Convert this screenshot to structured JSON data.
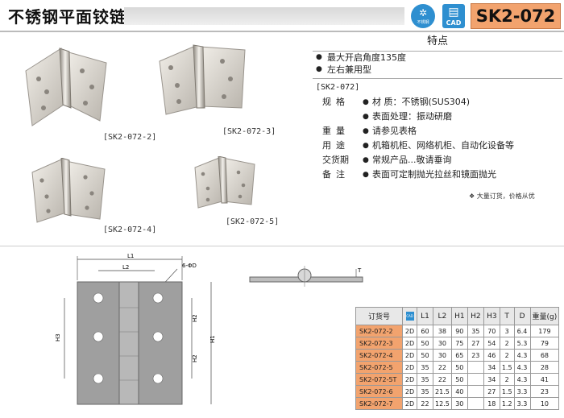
{
  "header": {
    "title": "不锈钢平面铰链",
    "icon_circle_label": "不锈钢",
    "icon_cad_label": "CAD",
    "code": "SK2-072"
  },
  "photos": [
    {
      "label": "[SK2-072-2]"
    },
    {
      "label": "[SK2-072-3]"
    },
    {
      "label": "[SK2-072-4]"
    },
    {
      "label": "[SK2-072-5]"
    }
  ],
  "specs": {
    "heading": "特点",
    "features": [
      "最大开启角度135度",
      "左右兼用型"
    ],
    "model": "[SK2-072]",
    "rows": [
      {
        "key": "规格",
        "value": "材    质：不锈钢(SUS304)"
      },
      {
        "key": "",
        "value": "表面处理：振动研磨"
      },
      {
        "key": "重量",
        "value": "请参见表格"
      },
      {
        "key": "用途",
        "value": "机箱机柜、网络机柜、自动化设备等"
      },
      {
        "key": "交货期",
        "value": "常规产品...敬请垂询"
      },
      {
        "key": "备注",
        "value": "表面可定制抛光拉丝和镜面抛光"
      }
    ],
    "note": "❖ 大量订货，价格从优"
  },
  "drawing": {
    "L1": "L1",
    "L2": "L2",
    "H1": "H1",
    "H2": "H2",
    "H3": "H3",
    "hole": "6-ΦD",
    "T": "T"
  },
  "table": {
    "headers": [
      "订货号",
      "CAD",
      "L1",
      "L2",
      "H1",
      "H2",
      "H3",
      "T",
      "D",
      "重量(g)"
    ],
    "rows": [
      [
        "SK2-072-2",
        "2D",
        "60",
        "38",
        "90",
        "35",
        "70",
        "3",
        "6.4",
        "179"
      ],
      [
        "SK2-072-3",
        "2D",
        "50",
        "30",
        "75",
        "27",
        "54",
        "2",
        "5.3",
        "79"
      ],
      [
        "SK2-072-4",
        "2D",
        "50",
        "30",
        "65",
        "23",
        "46",
        "2",
        "4.3",
        "68"
      ],
      [
        "SK2-072-5",
        "2D",
        "35",
        "22",
        "50",
        "",
        "34",
        "1.5",
        "4.3",
        "28"
      ],
      [
        "SK2-072-5T",
        "2D",
        "35",
        "22",
        "50",
        "",
        "34",
        "2",
        "4.3",
        "41"
      ],
      [
        "SK2-072-6",
        "2D",
        "35",
        "21.5",
        "40",
        "",
        "27",
        "1.5",
        "3.3",
        "23"
      ],
      [
        "SK2-072-7",
        "2D",
        "22",
        "12.5",
        "30",
        "",
        "18",
        "1.2",
        "3.3",
        "10"
      ]
    ]
  }
}
